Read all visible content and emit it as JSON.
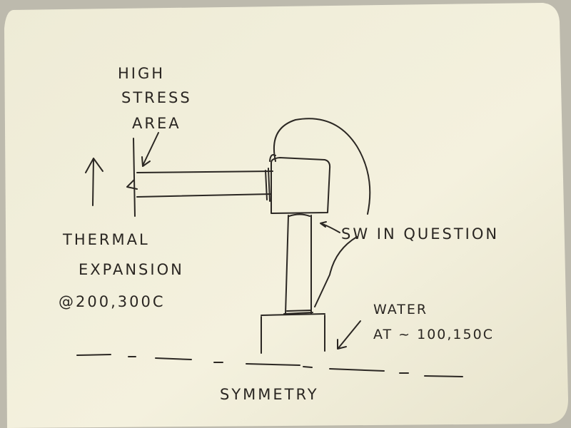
{
  "labels": {
    "high_stress": [
      "HIGH",
      "STRESS",
      "AREA"
    ],
    "thermal": [
      "THERMAL",
      "EXPANSION",
      "@200,300C"
    ],
    "sw_in_question": "SW IN QUESTION",
    "water": [
      "WATER",
      "AT ~ 100,150C"
    ],
    "symmetry": "SYMMETRY"
  },
  "colors": {
    "paper": "#f3f0dc",
    "ink": "#2b2723",
    "background": "#b9b6a8"
  }
}
